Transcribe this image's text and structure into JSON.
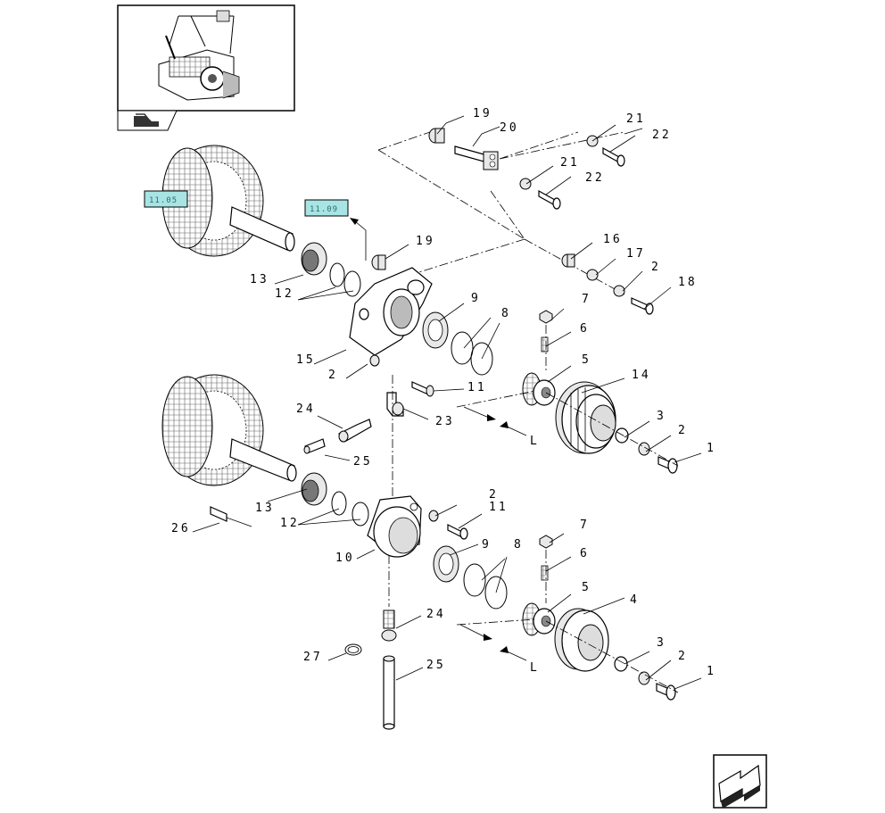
{
  "overview": {
    "icon": "assembly-thumbnail-icon"
  },
  "nav": {
    "book_icon": "book-icon",
    "next_icon": "next-page-arrow-icon"
  },
  "refs": {
    "ref_a": "11.05",
    "ref_b": "11.09"
  },
  "labels": {
    "l1a": "1",
    "l1b": "1",
    "l2a": "2",
    "l2b": "2",
    "l2c": "2",
    "l2d": "2",
    "l2e": "2",
    "l3a": "3",
    "l3b": "3",
    "l4": "4",
    "l5a": "5",
    "l5b": "5",
    "l6a": "6",
    "l6b": "6",
    "l7a": "7",
    "l7b": "7",
    "l8a": "8",
    "l8b": "8",
    "l9a": "9",
    "l9b": "9",
    "l10": "10",
    "l11a": "11",
    "l11b": "11",
    "l12a": "12",
    "l12b": "12",
    "l13a": "13",
    "l13b": "13",
    "l14": "14",
    "l15": "15",
    "l16": "16",
    "l17": "17",
    "l18": "18",
    "l19a": "19",
    "l19b": "19",
    "l20": "20",
    "l21a": "21",
    "l21b": "21",
    "l22a": "22",
    "l22b": "22",
    "l23": "23",
    "l24a": "24",
    "l24b": "24",
    "l25a": "25",
    "l25b": "25",
    "l26": "26",
    "l27": "27",
    "lLa": "L",
    "lLb": "L"
  },
  "colors": {
    "ref_fill": "#a8e4e4",
    "ref_text": "#2a6f6f"
  }
}
